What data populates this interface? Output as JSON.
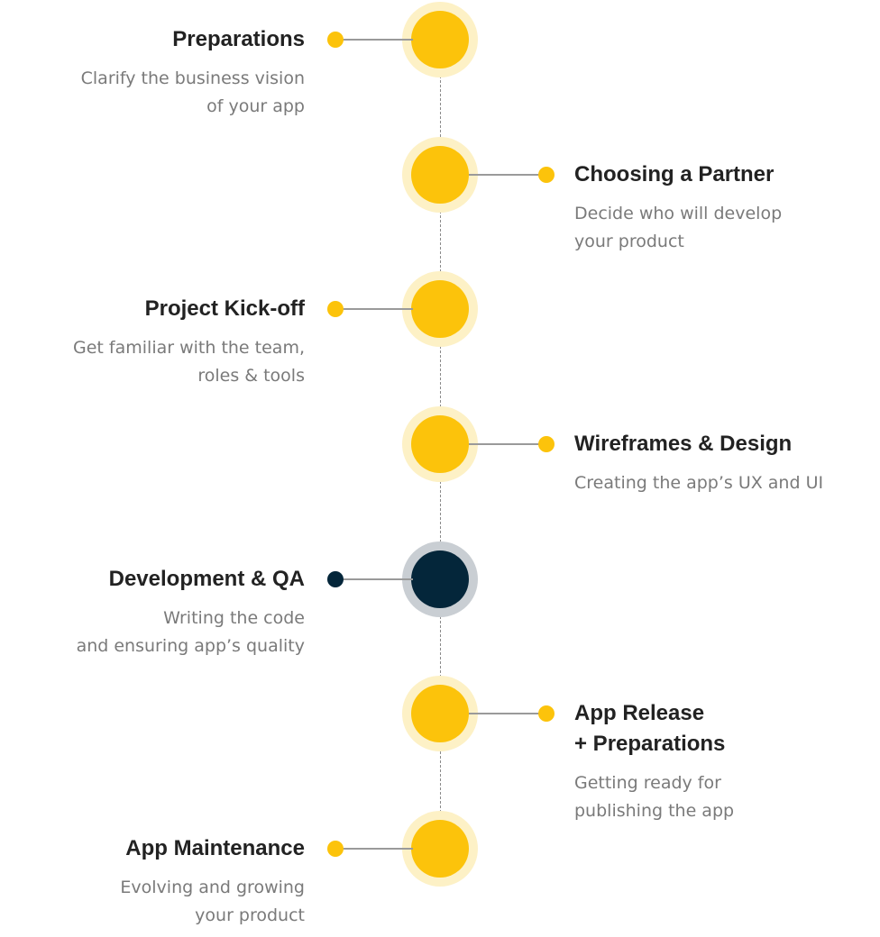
{
  "colors": {
    "accent": "#fcc30b",
    "accent_halo": "#fdf1c6",
    "active": "#04263a",
    "active_halo": "#c9ced3",
    "connector": "#9a9a9a",
    "title": "#222222",
    "description": "#7a7a7a"
  },
  "steps": [
    {
      "title": [
        "Preparations"
      ],
      "description": [
        "Clarify the business vision",
        "of your app"
      ],
      "state": "default"
    },
    {
      "title": [
        "Choosing a Partner"
      ],
      "description": [
        "Decide who will develop",
        "your product"
      ],
      "state": "default"
    },
    {
      "title": [
        "Project Kick-off"
      ],
      "description": [
        "Get familiar with the team,",
        "roles & tools"
      ],
      "state": "default"
    },
    {
      "title": [
        "Wireframes & Design"
      ],
      "description": [
        "Creating the app’s UX and UI"
      ],
      "state": "default"
    },
    {
      "title": [
        "Development & QA"
      ],
      "description": [
        "Writing the code",
        "and ensuring app’s quality"
      ],
      "state": "active"
    },
    {
      "title": [
        "App Release",
        "+ Preparations"
      ],
      "description": [
        "Getting ready for",
        "publishing the app"
      ],
      "state": "default"
    },
    {
      "title": [
        "App Maintenance"
      ],
      "description": [
        "Evolving and growing",
        "your product"
      ],
      "state": "default"
    }
  ]
}
